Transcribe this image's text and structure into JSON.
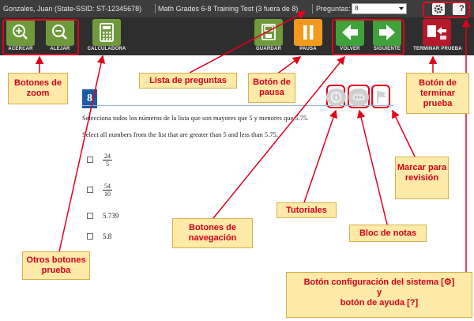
{
  "infobar": {
    "student": "Gonzales, Juan (State-SSID: ST-12345678)",
    "test_name": "Math Grades 6-8 Training Test (3 fuera de 8)",
    "questions_label": "Preguntas:",
    "questions_selected": "8",
    "settings_icon": "gear-icon",
    "help_icon": "question-mark-icon",
    "help_glyph": "?"
  },
  "toolbar": {
    "zoom_in": "ACERCAR",
    "zoom_out": "ALEJAR",
    "calculator": "CALCULADORA",
    "save": "GUARDAR",
    "pause": "PAUSA",
    "back": "VOLVER",
    "next": "SIGUIENTE",
    "end_test": "TERMINAR PRUEBA"
  },
  "question": {
    "number": "8",
    "text_es": "Selecciona todos los números de la lista que son mayores que 5 y menores que 5.75.",
    "text_en": "Select all numbers from the list that are greater than 5 and less than 5.75.",
    "options": [
      {
        "type": "fraction",
        "numerator": "24",
        "denominator": "5"
      },
      {
        "type": "fraction",
        "numerator": "54",
        "denominator": "10"
      },
      {
        "type": "decimal",
        "value": "5.739"
      },
      {
        "type": "decimal",
        "value": "5.8"
      }
    ]
  },
  "annotations": {
    "zoom_buttons": "Botones de zoom",
    "question_list": "Lista de preguntas",
    "pause_button": "Botón de pausa",
    "end_test_button": "Botón de terminar prueba",
    "mark_for_review": "Marcar para revisión",
    "tutorials": "Tutoriales",
    "notepad": "Bloc de notas",
    "navigation_buttons": "Botones de navegación",
    "other_test_buttons": "Otros botones prueba",
    "system_settings_line1": "Botón configuración del sistema [⚙]",
    "system_settings_line2": "y",
    "system_settings_line3": "botón de ayuda [?]"
  },
  "colors": {
    "toolbar_bg": "#2e2e2e",
    "infobar_bg": "#3d3d3d",
    "tool_green": "#6f9a3c",
    "nav_green": "#3fa23a",
    "pause_orange": "#f39a1e",
    "end_red": "#b5182a",
    "highlight_red": "#e4001b",
    "callout_bg": "#fde9a8",
    "question_blue": "#1d5aa0"
  }
}
